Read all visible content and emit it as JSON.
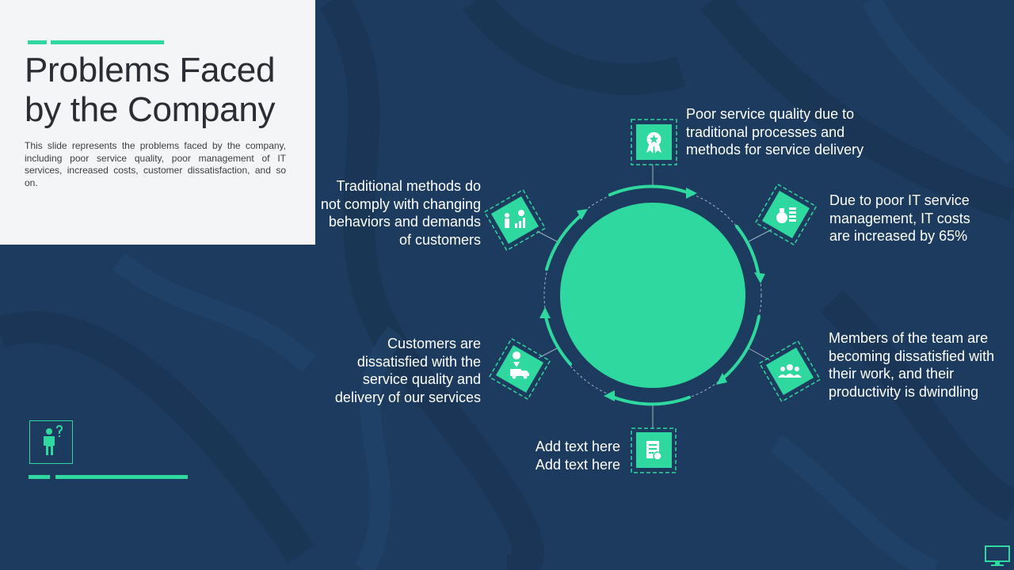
{
  "slide": {
    "title": "Problems Faced by the Company",
    "description": "This slide represents the problems faced by the company, including poor service quality, poor management of IT services, increased costs, customer dissatisfaction, and so on."
  },
  "colors": {
    "background": "#1d3b5e",
    "accent": "#2fd89e",
    "panel": "#f4f5f6",
    "text_light": "#ffffff",
    "text_dark": "#2a2d33"
  },
  "cycle": {
    "items": [
      {
        "label": "Poor service quality due to traditional processes and methods for service delivery",
        "icon": "award-badge-icon"
      },
      {
        "label": "Due to poor IT service management, IT costs are increased by 65%",
        "icon": "money-bag-icon"
      },
      {
        "label": "Members of the team are becoming dissatisfied with their work, and their productivity is dwindling",
        "icon": "team-group-icon"
      },
      {
        "label": "Add text here Add text here",
        "icon": "certificate-document-icon"
      },
      {
        "label": "Customers are dissatisfied with the service quality and delivery of our services",
        "icon": "delivery-truck-icon"
      },
      {
        "label": "Traditional methods do not comply with changing behaviors and demands of customers",
        "icon": "growth-chart-person-icon"
      }
    ]
  },
  "decor": {
    "person_icon": "person-question-icon",
    "corner_icon": "monitor-icon"
  }
}
